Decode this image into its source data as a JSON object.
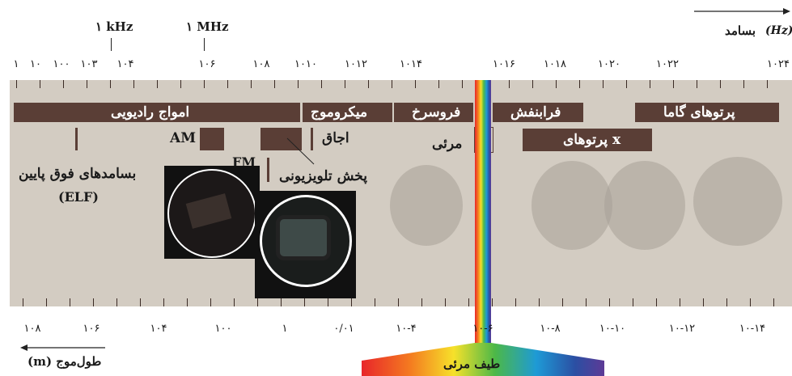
{
  "frequency": {
    "axis_label": "بسامد",
    "axis_unit": "(Hz)",
    "ticks": [
      "۱",
      "۱۰",
      "۱۰۰",
      "۱۰۳",
      "۱۰۴",
      "۱۰۶",
      "۱۰۸",
      "۱۰۱۰",
      "۱۰۱۲",
      "۱۰۱۴",
      "۱۰۱۶",
      "۱۰۱۸",
      "۱۰۲۰",
      "۱۰۲۲",
      "۱۰۲۴"
    ],
    "markers": {
      "khz": "۱ kHz",
      "mhz": "۱ MHz"
    }
  },
  "wavelength": {
    "axis_label": "(m) طول‌موج",
    "ticks": [
      "۱۰۸",
      "۱۰۶",
      "۱۰۴",
      "۱۰۰",
      "۱",
      "۰/۰۱",
      "۱۰-۴",
      "۱۰-۶",
      "۱۰-۸",
      "۱۰-۱۰",
      "۱۰-۱۲",
      "۱۰-۱۴"
    ]
  },
  "bands": {
    "radio": "امواج رادیویی",
    "microwave": "میکروموج",
    "infrared": "فروسرخ",
    "ultraviolet": "فرابنفش",
    "gamma": "پرتوهای گاما",
    "xray": "پرتوهای x"
  },
  "labels": {
    "am": "AM",
    "fm": "FM",
    "oven": "اجاق",
    "tv": "پخش تلویزیونی",
    "visible": "مرئی",
    "elf_line1": "بسامدهای فوق پایین",
    "elf_line2": "(ELF)",
    "visible_spectrum": "طیف مرئی"
  },
  "colors": {
    "band_fill": "#5a3e36",
    "panel": "#d3ccc2"
  }
}
